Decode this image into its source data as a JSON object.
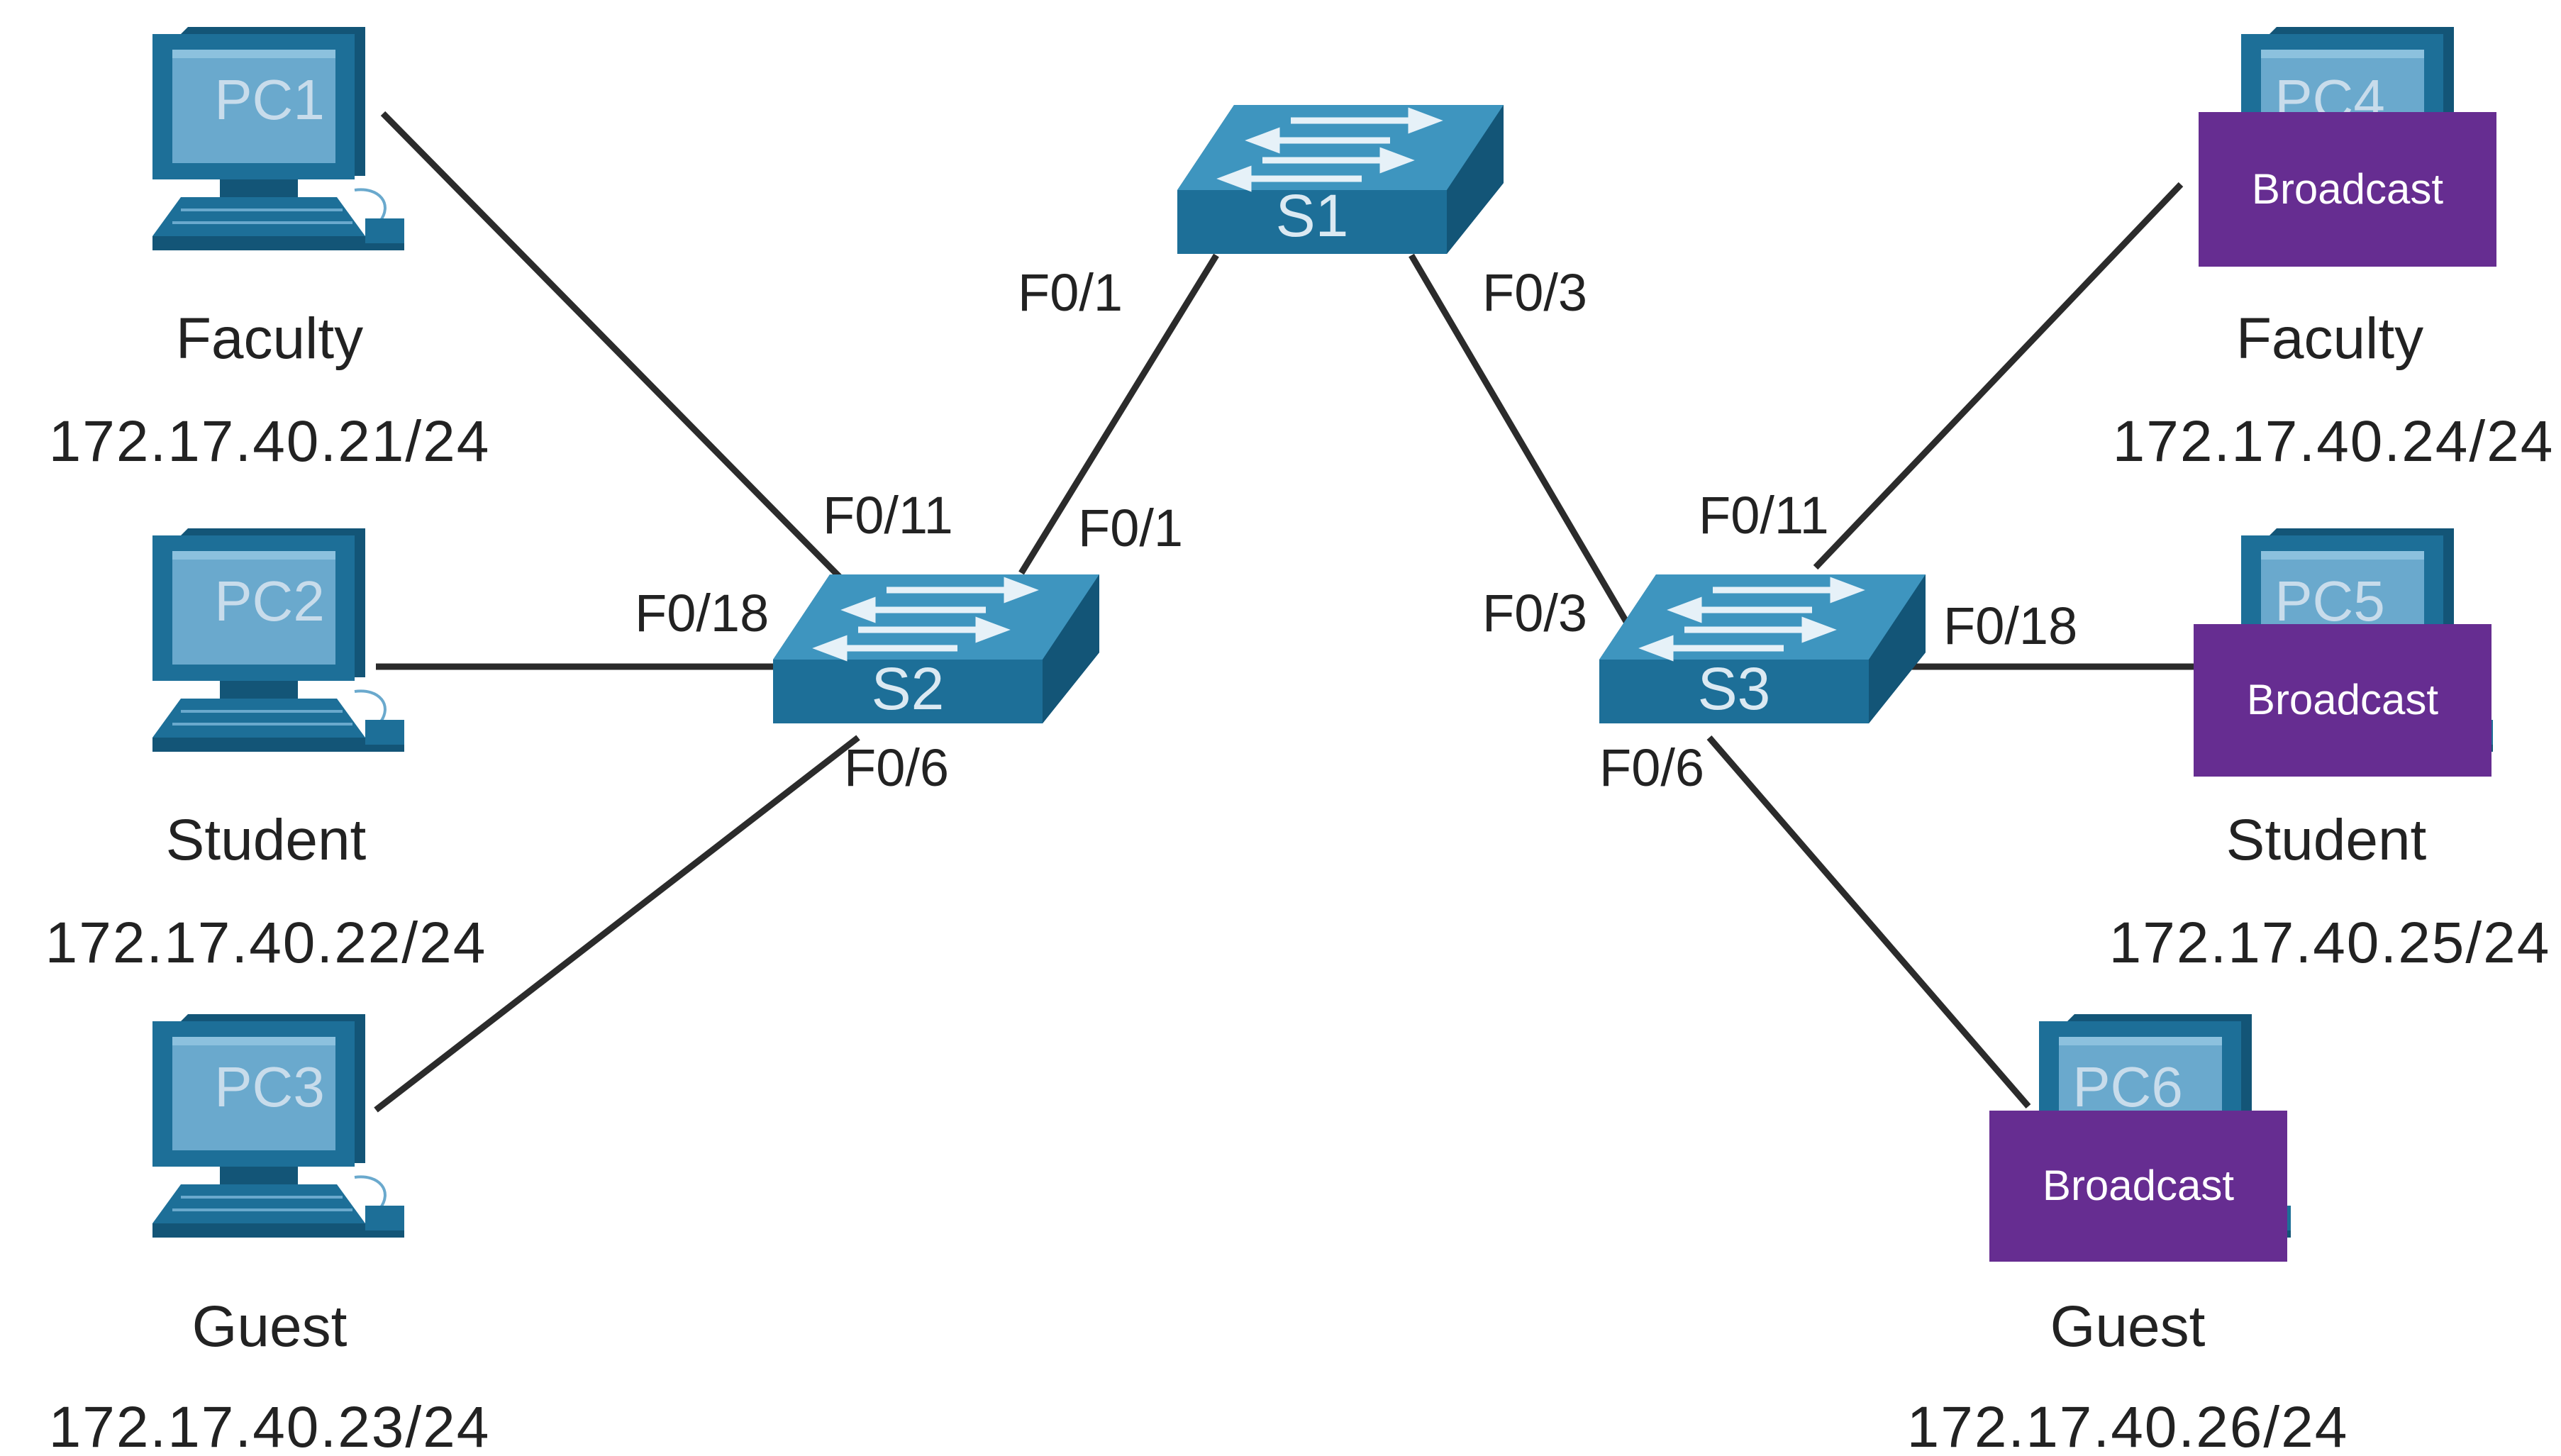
{
  "switches": {
    "s1": {
      "name": "S1"
    },
    "s2": {
      "name": "S2"
    },
    "s3": {
      "name": "S3"
    }
  },
  "ports": {
    "s1_left": "F0/1",
    "s1_right": "F0/3",
    "s2_uplink": "F0/1",
    "s2_pc1": "F0/11",
    "s2_pc2": "F0/18",
    "s2_pc3": "F0/6",
    "s3_uplink": "F0/3",
    "s3_pc4": "F0/11",
    "s3_pc5": "F0/18",
    "s3_pc6": "F0/6"
  },
  "pcs": [
    {
      "name": "PC1",
      "role": "Faculty",
      "ip": "172.17.40.21/24"
    },
    {
      "name": "PC2",
      "role": "Student",
      "ip": "172.17.40.22/24"
    },
    {
      "name": "PC3",
      "role": "Guest",
      "ip": "172.17.40.23/24"
    },
    {
      "name": "PC4",
      "role": "Faculty",
      "ip": "172.17.40.24/24",
      "badge": "Broadcast"
    },
    {
      "name": "PC5",
      "role": "Student",
      "ip": "172.17.40.25/24",
      "badge": "Broadcast"
    },
    {
      "name": "PC6",
      "role": "Guest",
      "ip": "172.17.40.26/24",
      "badge": "Broadcast"
    }
  ],
  "colors": {
    "device_blue": "#1d6f98",
    "device_dark": "#135577",
    "device_light": "#3e95bf",
    "screen": "#6aa9cd",
    "link": "#2b2b2b",
    "badge": "#662d91"
  }
}
